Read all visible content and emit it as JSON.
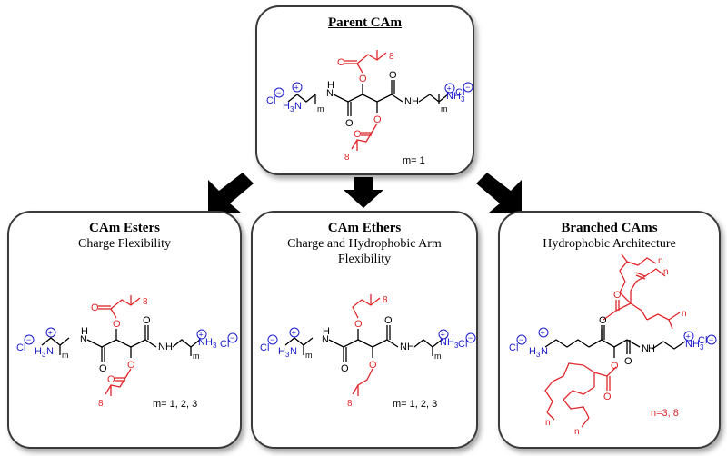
{
  "colors": {
    "backbone": "#000000",
    "charge": "#1a1acc",
    "hydrophobic": "#e0262a",
    "border": "#3a3a3a"
  },
  "arrows": [
    "arrow-down-left",
    "arrow-down",
    "arrow-down-right"
  ],
  "parent": {
    "title": "Parent CAm",
    "m_value": "m= 1",
    "labels": {
      "cl": "Cl",
      "h3n": "H",
      "h3n_sub": "3",
      "h3n_n": "N",
      "nh": "N",
      "h": "H",
      "nh3_n": "NH",
      "nh3_sub": "3",
      "m": "m",
      "o": "O",
      "eight": "8",
      "plus": "+",
      "minus": "−"
    }
  },
  "esters": {
    "title": "CAm Esters",
    "subtitle": "Charge Flexibility",
    "m_value": "m= 1, 2, 3"
  },
  "ethers": {
    "title": "CAm Ethers",
    "subtitle": "Charge and Hydrophobic Arm Flexibility",
    "m_value": "m= 1, 2, 3"
  },
  "branched": {
    "title": "Branched CAms",
    "subtitle": "Hydrophobic Architecture",
    "n_value": "n=3, 8",
    "n_label": "n"
  }
}
